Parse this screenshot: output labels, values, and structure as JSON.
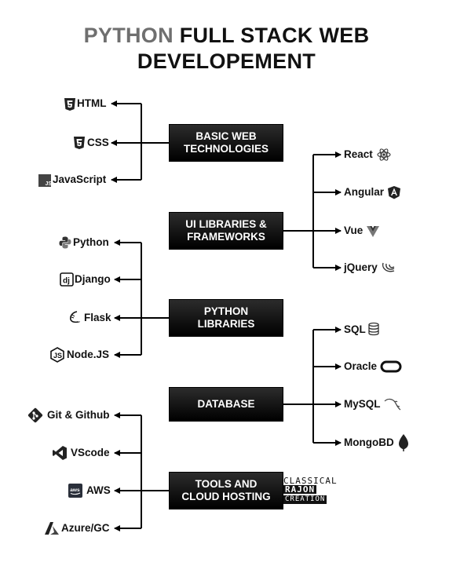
{
  "title": {
    "part1": "PYTHON",
    "part1_rest": " FULL STACK WEB",
    "line2": "DEVELOPEMENT"
  },
  "boxes": {
    "basic_web": {
      "line1": "BASIC WEB",
      "line2": "TECHNOLOGIES"
    },
    "ui_libs": {
      "line1": "UI LIBRARIES &",
      "line2": "FRAMEWORKS"
    },
    "python_libs": {
      "line1": "PYTHON",
      "line2": "LIBRARIES"
    },
    "database": {
      "line1": "DATABASE"
    },
    "tools": {
      "line1": "TOOLS AND",
      "line2": "CLOUD HOSTING"
    }
  },
  "left_items": {
    "basic_web": [
      "HTML",
      "CSS",
      "JavaScript"
    ],
    "python_libs": [
      "Python",
      "Django",
      "Flask",
      "Node.JS"
    ],
    "tools": [
      "Git & Github",
      "VScode",
      "AWS",
      "Azure/GC"
    ]
  },
  "right_items": {
    "ui_libs": [
      "React",
      "Angular",
      "Vue",
      "jQuery"
    ],
    "database": [
      "SQL",
      "Oracle",
      "MySQL",
      "MongoBD"
    ]
  },
  "credit": {
    "line1": "CLASSICAL",
    "line2": "RAJON",
    "line3": "CREATION"
  },
  "colors": {
    "box": "#111111",
    "line": "#000000",
    "title_accent": "#6f6f6f"
  }
}
